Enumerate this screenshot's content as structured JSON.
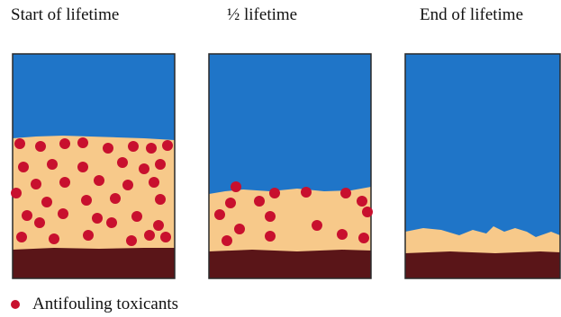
{
  "panels": [
    {
      "title": "Start of lifetime",
      "coating_remaining": 1.0
    },
    {
      "title": "½ lifetime",
      "coating_remaining": 0.5
    },
    {
      "title": "End of lifetime",
      "coating_remaining": 0.1
    }
  ],
  "legend": {
    "label": "Antifouling toxicants"
  },
  "colors": {
    "sea": "#1f75c8",
    "coating": "#f7c98a",
    "hull": "#5a1518",
    "toxicant": "#c8102e",
    "frame": "#2a2a2a"
  }
}
